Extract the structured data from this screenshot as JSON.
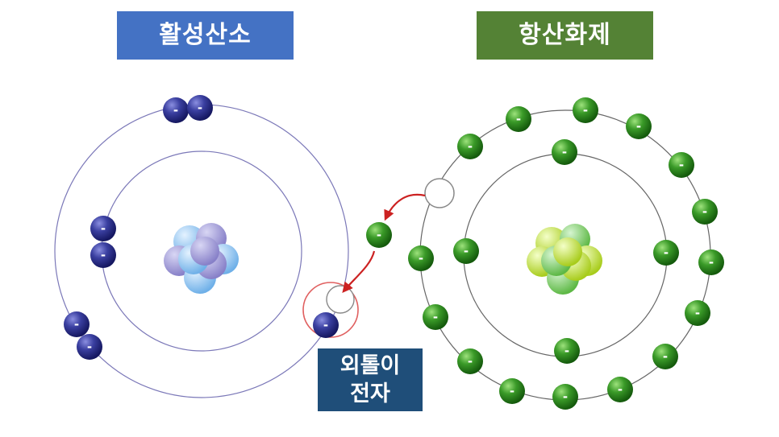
{
  "left_title": "활성산소",
  "right_title": "항산화제",
  "free_electron_label": {
    "line1": "외톨이",
    "line2": "전자"
  },
  "electron_symbol": "-",
  "colors": {
    "left_title_bg": "#4472c4",
    "right_title_bg": "#548235",
    "label_bg": "#1f4e79",
    "orbit_left": "#7b78b8",
    "orbit_right": "#666666",
    "electron_blue": "#2b2e8a",
    "electron_green": "#2d8a1e",
    "arrow_red": "#cc2222"
  }
}
